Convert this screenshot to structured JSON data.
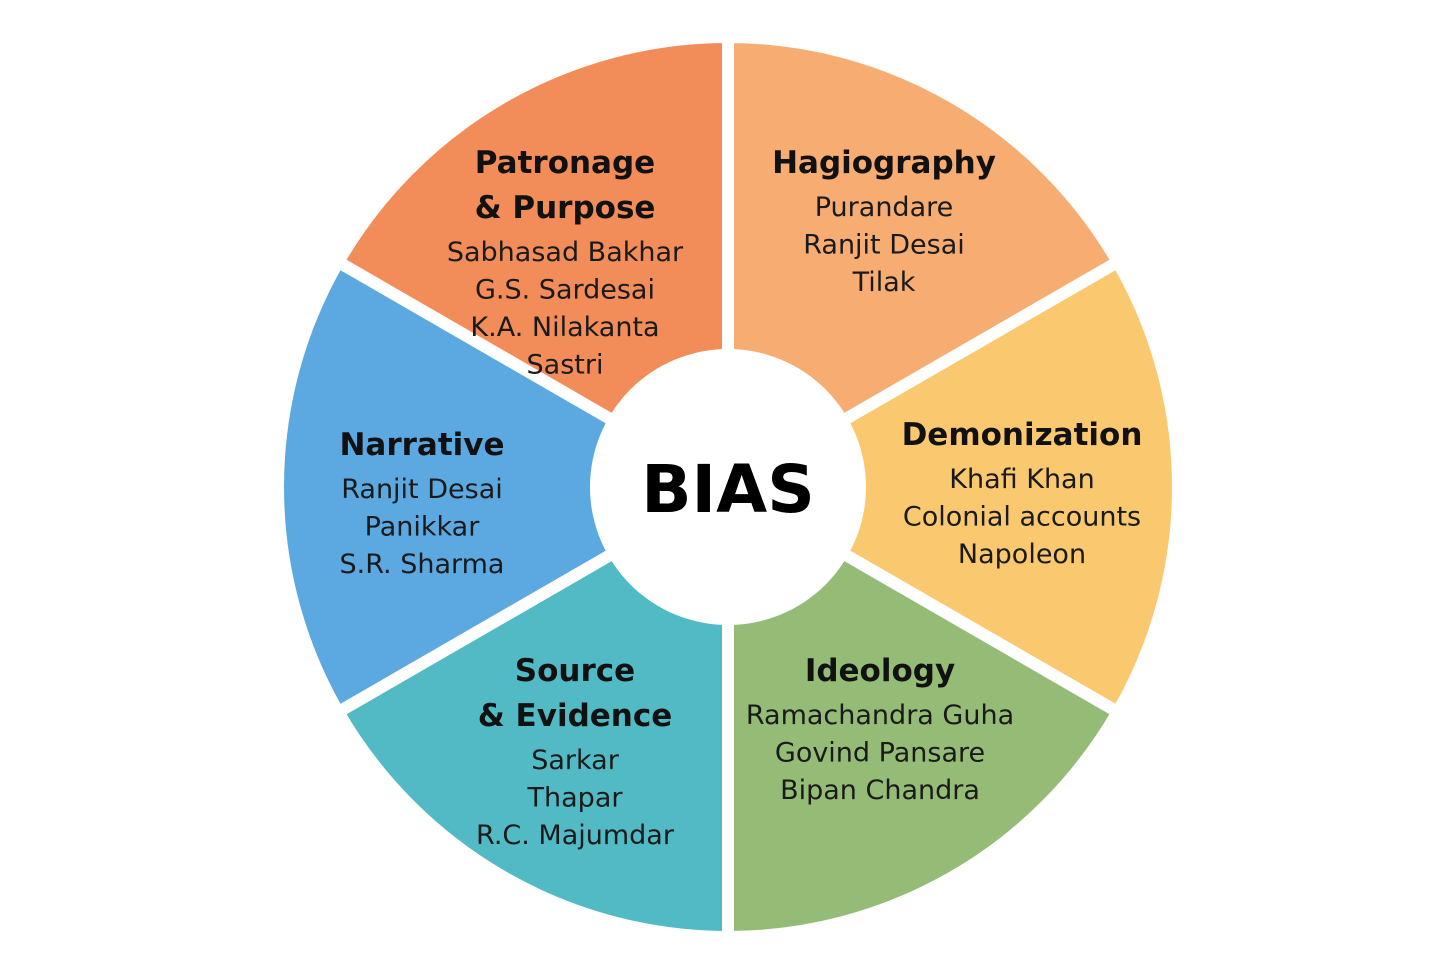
{
  "center": {
    "label": "BIAS"
  },
  "segments": [
    {
      "id": "patronage",
      "color": "#F28C58",
      "title": [
        "Patronage",
        "& Purpose"
      ],
      "items": [
        "Sabhasad Bakhar",
        "G.S. Sardesai",
        "K.A. Nilakanta",
        "Sastri"
      ]
    },
    {
      "id": "hagiography",
      "color": "#F7AC72",
      "title": [
        "Hagiography"
      ],
      "items": [
        "Purandare",
        "Ranjit Desai",
        "Tilak"
      ]
    },
    {
      "id": "demonization",
      "color": "#FAC86E",
      "title": [
        "Demonization"
      ],
      "items": [
        "Khafi Khan",
        "Colonial accounts",
        "Napoleon"
      ]
    },
    {
      "id": "ideology",
      "color": "#95BC77",
      "title": [
        "Ideology"
      ],
      "items": [
        "Ramachandra Guha",
        "Govind Pansare",
        "Bipan Chandra"
      ]
    },
    {
      "id": "source-evidence",
      "color": "#52BAC4",
      "title": [
        "Source",
        "& Evidence"
      ],
      "items": [
        "Sarkar",
        "Thapar",
        "R.C. Majumdar"
      ]
    },
    {
      "id": "narrative",
      "color": "#5CA9E2",
      "title": [
        "Narrative"
      ],
      "items": [
        "Ranjit Desai",
        "Panikkar",
        "S.R. Sharma"
      ]
    }
  ]
}
